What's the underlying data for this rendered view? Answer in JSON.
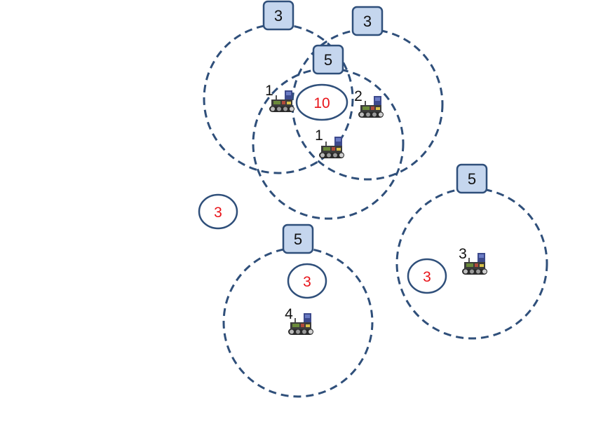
{
  "colors": {
    "ring": "#2f4f7a",
    "box_fill": "#c5d6ee",
    "box_stroke": "#2f4f7a",
    "box_text": "#111111",
    "task_text": "#e8141a",
    "robot_label": "#111111"
  },
  "ranges": [
    {
      "box_value": "3"
    },
    {
      "box_value": "3"
    },
    {
      "box_value": "5"
    },
    {
      "box_value": "5"
    },
    {
      "box_value": "5"
    }
  ],
  "tasks": [
    {
      "value": "10"
    },
    {
      "value": "3"
    },
    {
      "value": "3"
    },
    {
      "value": "3"
    }
  ],
  "robots": [
    {
      "label": "1",
      "icon": "tracked-robot-icon"
    },
    {
      "label": "2",
      "icon": "tracked-robot-icon"
    },
    {
      "label": "1",
      "icon": "tracked-robot-icon"
    },
    {
      "label": "3",
      "icon": "tracked-robot-icon"
    },
    {
      "label": "4",
      "icon": "tracked-robot-icon"
    }
  ]
}
